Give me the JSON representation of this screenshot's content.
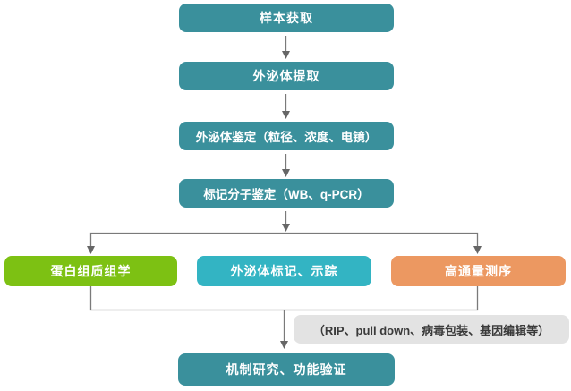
{
  "nodes": {
    "sample_acquisition": {
      "label": "样本获取",
      "color": "#3A909C"
    },
    "exosome_extraction": {
      "label": "外泌体提取",
      "color": "#3A909C"
    },
    "exosome_identification": {
      "label": "外泌体鉴定（粒径、浓度、电镜）",
      "color": "#3A909C"
    },
    "marker_molecule_identification": {
      "label": "标记分子鉴定（WB、q-PCR）",
      "color": "#3A909C"
    },
    "proteomics": {
      "label": "蛋白组质组学",
      "color": "#7DC113"
    },
    "exosome_labeling_tracing": {
      "label": "外泌体标记、示踪",
      "color": "#33B4C3"
    },
    "high_throughput_sequencing": {
      "label": "高通量测序",
      "color": "#EC9861"
    },
    "methods_note": {
      "label": "（RIP、pull down、病毒包装、基因编辑等）",
      "color": "#E3E3E3"
    },
    "mechanism_function_validation": {
      "label": "机制研究、功能验证",
      "color": "#3A909C"
    }
  },
  "colors": {
    "teal": "#3A909C",
    "green": "#7DC113",
    "cyan": "#33B4C3",
    "orange": "#EC9861",
    "note_background": "#E3E3E3",
    "note_text": "#3A3A3A",
    "connector_line": "#7A7A7A",
    "arrowhead": "#666666",
    "background": "#FFFFFF"
  }
}
